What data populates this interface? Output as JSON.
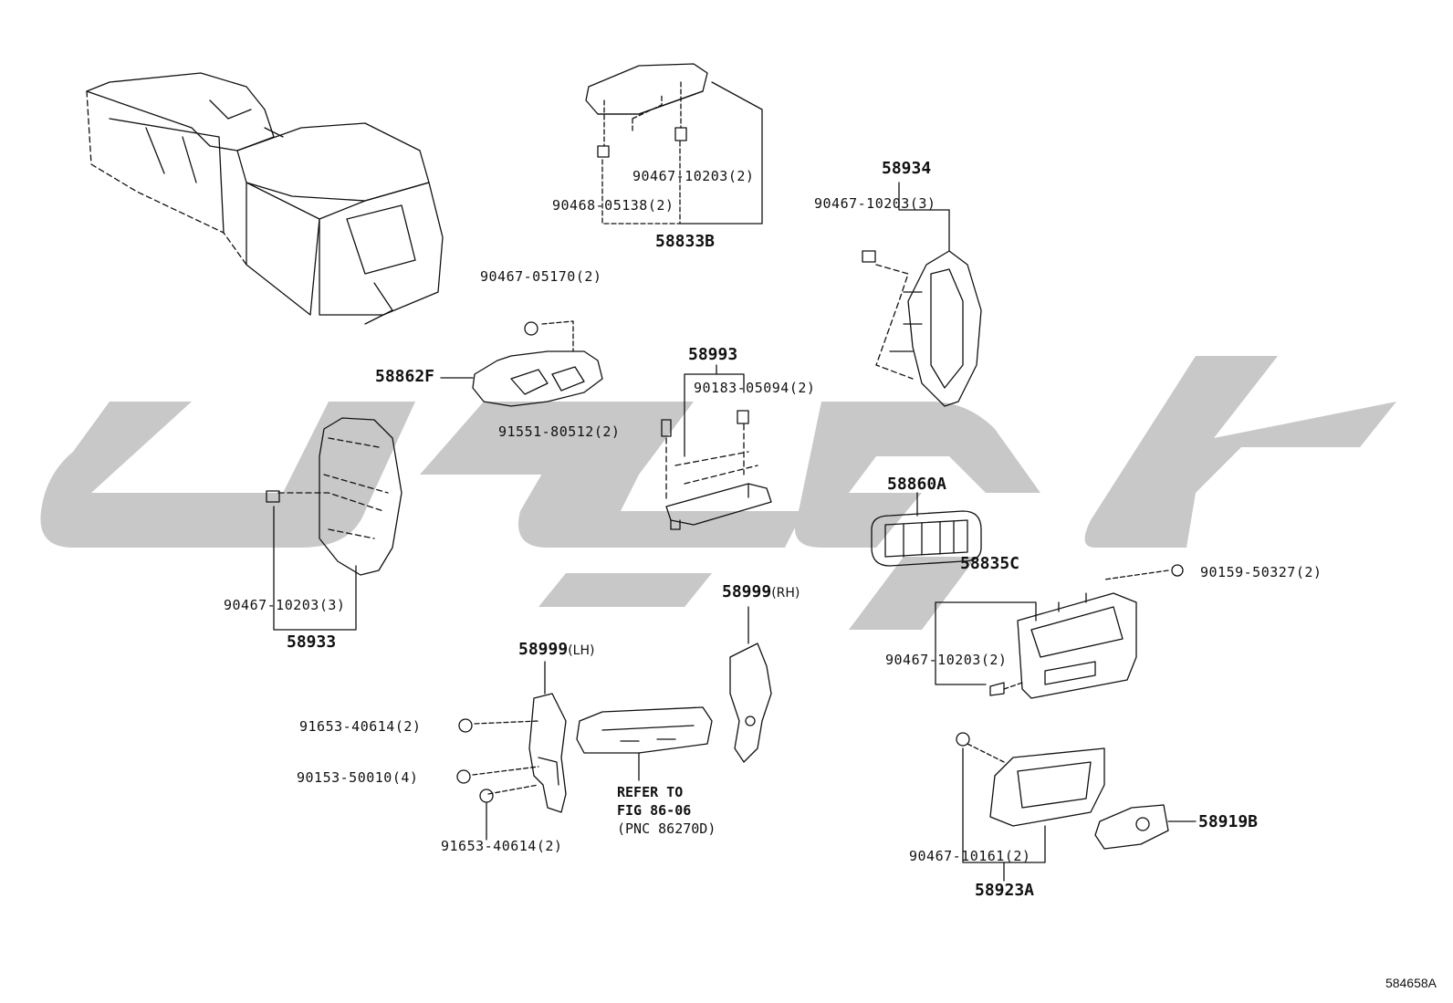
{
  "figure_id": "584658A",
  "watermark": {
    "color": "#c8c8c8"
  },
  "refer": {
    "line1": "REFER TO",
    "line2": "FIG 86-06",
    "line3": "(PNC 86270D)"
  },
  "pncs": {
    "p58833B": "58833B",
    "p58934": "58934",
    "p58862F": "58862F",
    "p58993": "58993",
    "p58933": "58933",
    "p58860A": "58860A",
    "p58835C": "58835C",
    "p58999RH": "58999",
    "p58999RH_side": "(RH)",
    "p58999LH": "58999",
    "p58999LH_side": "(LH)",
    "p58919B": "58919B",
    "p58923A": "58923A"
  },
  "callouts": {
    "c1": "90467-10203(2)",
    "c2": "90468-05138(2)",
    "c3": "90467-10203(3)",
    "c4": "90467-05170(2)",
    "c5": "90183-05094(2)",
    "c6": "91551-80512(2)",
    "c7": "90467-10203(3)",
    "c8": "90159-50327(2)",
    "c9": "90467-10203(2)",
    "c10": "91653-40614(2)",
    "c11": "90153-50010(4)",
    "c12": "91653-40614(2)",
    "c13": "90467-10161(2)"
  }
}
